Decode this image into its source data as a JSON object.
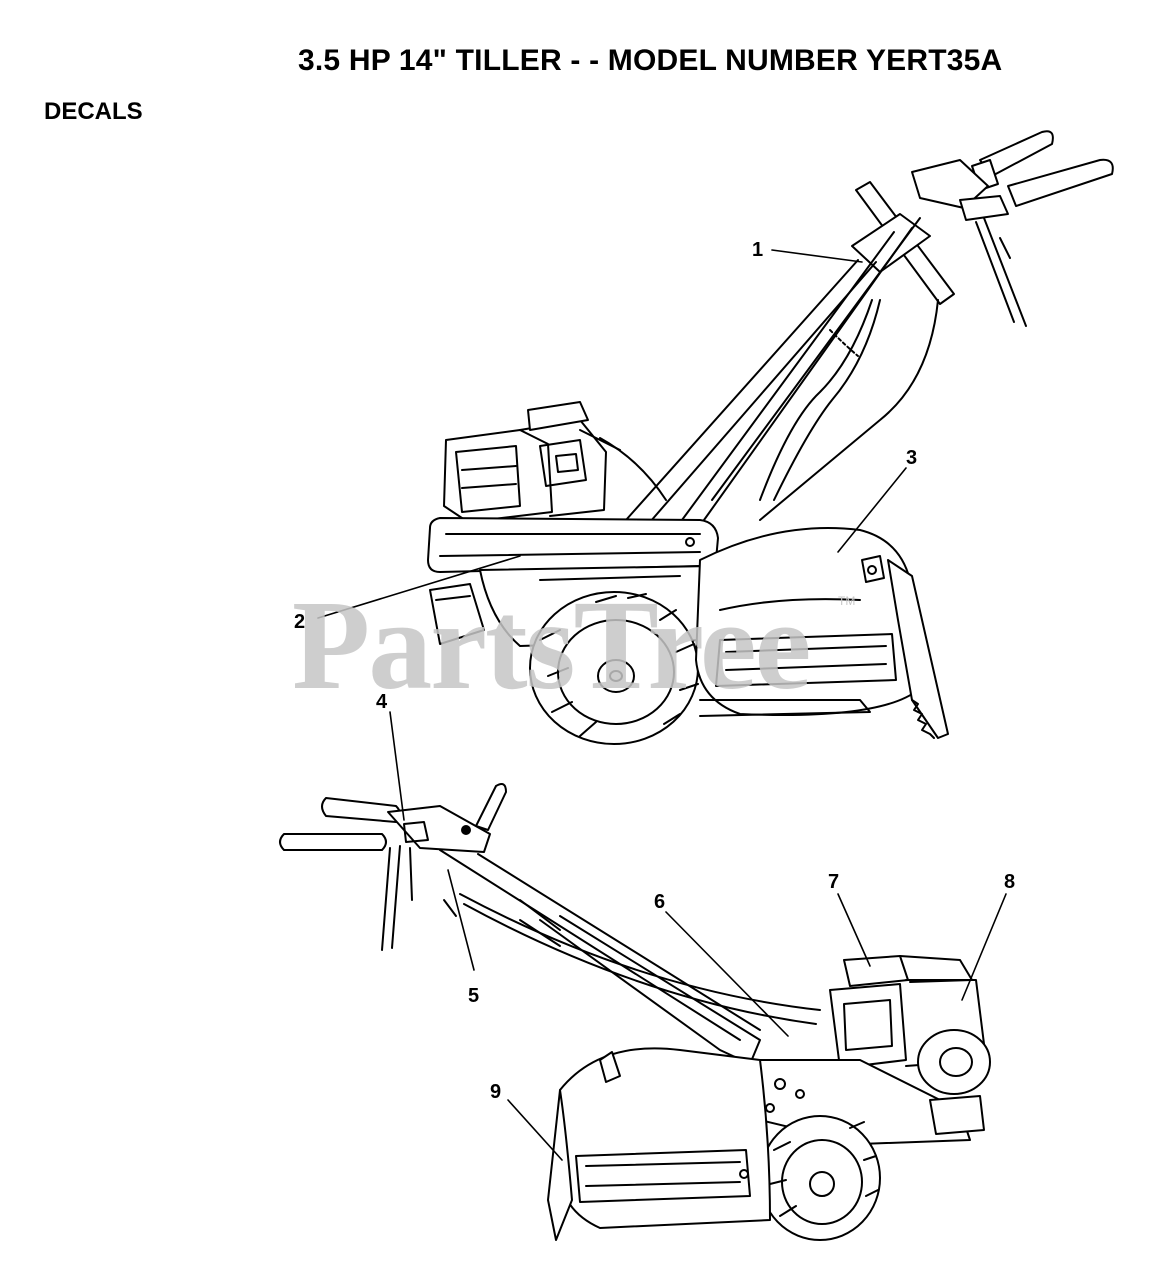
{
  "header": {
    "title": "3.5 HP 14\" TILLER - - MODEL NUMBER YERT35A",
    "section": "DECALS"
  },
  "watermark": {
    "text": "PartsTree",
    "tm": "TM",
    "color": "#c6c6c6"
  },
  "callouts": {
    "c1": "1",
    "c2": "2",
    "c3": "3",
    "c4": "4",
    "c5": "5",
    "c6": "6",
    "c7": "7",
    "c8": "8",
    "c9": "9"
  }
}
